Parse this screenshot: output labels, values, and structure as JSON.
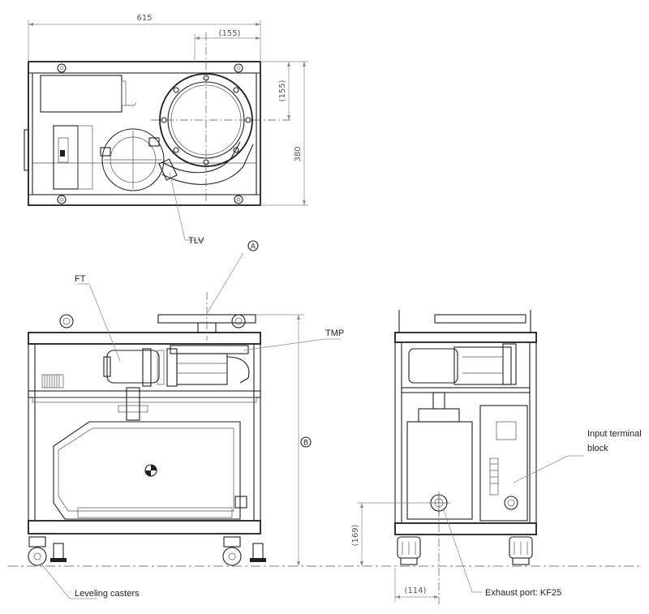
{
  "dimensions": {
    "width_total": "615",
    "flange_offset_x": "(155)",
    "flange_offset_y": "(155)",
    "depth": "380",
    "exhaust_height": "(169)",
    "exhaust_offset": "(114)"
  },
  "markers": {
    "a": "A",
    "b": "B"
  },
  "labels": {
    "tlv": "TLV",
    "ft": "FT",
    "tmp": "TMP",
    "input_terminal_line1": "Input terminal",
    "input_terminal_line2": "block",
    "exhaust_port": "Exhaust port: KF25",
    "leveling_casters": "Leveling casters"
  }
}
